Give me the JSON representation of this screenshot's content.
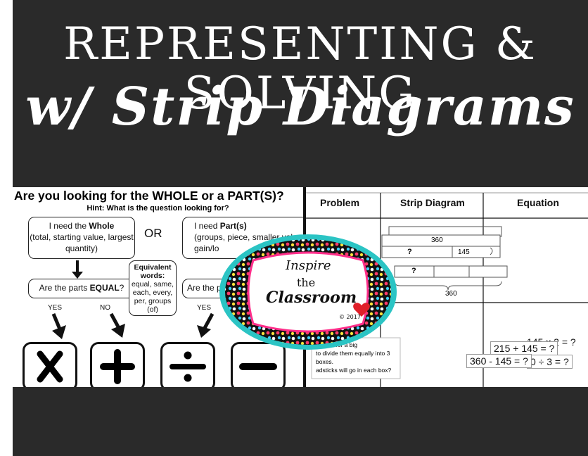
{
  "cover": {
    "title_line1": "REPRESENTING & SOLVING",
    "title_line2": "w/ Strip Diagrams"
  },
  "left_panel": {
    "heading": "Are you looking for the WHOLE or a PART(S)?",
    "hint": "Hint: What is the question looking for?",
    "whole_box": {
      "prefix": "I need the ",
      "bold": "Whole",
      "detail": "(total, starting value, largest quantity)"
    },
    "or_label": "OR",
    "parts_box": {
      "prefix": "I need ",
      "bold": "Part(s)",
      "detail": "(groups, piece, smaller values, gain/lo"
    },
    "equivalent_box": {
      "title": "Equivalent words:",
      "words": "equal, same, each, every, per, groups (of)"
    },
    "parts_equal_left": {
      "prefix": "Are the parts ",
      "bold": "EQUAL",
      "suffix": "?"
    },
    "parts_equal_right": "Are the p",
    "yes_left": "YES",
    "no_left": "NO",
    "yes_right": "YES"
  },
  "right_panel": {
    "columns": [
      "Problem",
      "Strip Diagram",
      "Equation"
    ],
    "strip_top_value": "360",
    "strip_q": "?",
    "strip_part": "145",
    "strip2_q": "?",
    "strip2_total": "360",
    "problem_text_1": "dsticks for a big",
    "problem_text_2": "to divide them equally into 3",
    "problem_text_3": "boxes.",
    "problem_text_4": "adsticks will go in each box?",
    "eq1": "145 x 2 = ?",
    "eq2": "215 + 145 = ?",
    "eq3": "360 - 145 = ?",
    "eq4": "0 ÷ 3 = ?"
  },
  "badge": {
    "line1": "Inspire",
    "line2": "the",
    "line3": "Classroom",
    "copyright": "© 2017"
  },
  "colors": {
    "background": "#2a2a2a",
    "teal": "#2bc4c4",
    "heart": "#e0202a"
  }
}
